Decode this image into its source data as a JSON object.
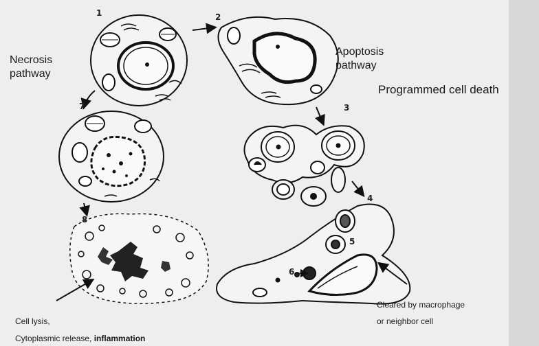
{
  "labels": {
    "necrosis": [
      "Necrosis",
      "pathway"
    ],
    "apoptosis": [
      "Apoptosis",
      "pathway"
    ],
    "programmed": "Programmed cell death",
    "cleared": [
      "Cleared by macrophage",
      "or neighbor cell"
    ],
    "lysis_line1": "Cell lysis,",
    "lysis_line2_prefix": "Cytoplasmic release, ",
    "lysis_line2_bold": "inflammation"
  },
  "step_numbers": [
    "1",
    "2",
    "3",
    "4",
    "5",
    "6",
    "7",
    "8"
  ],
  "colors": {
    "background": "#eeeeee",
    "ink": "#1a1a1a"
  }
}
